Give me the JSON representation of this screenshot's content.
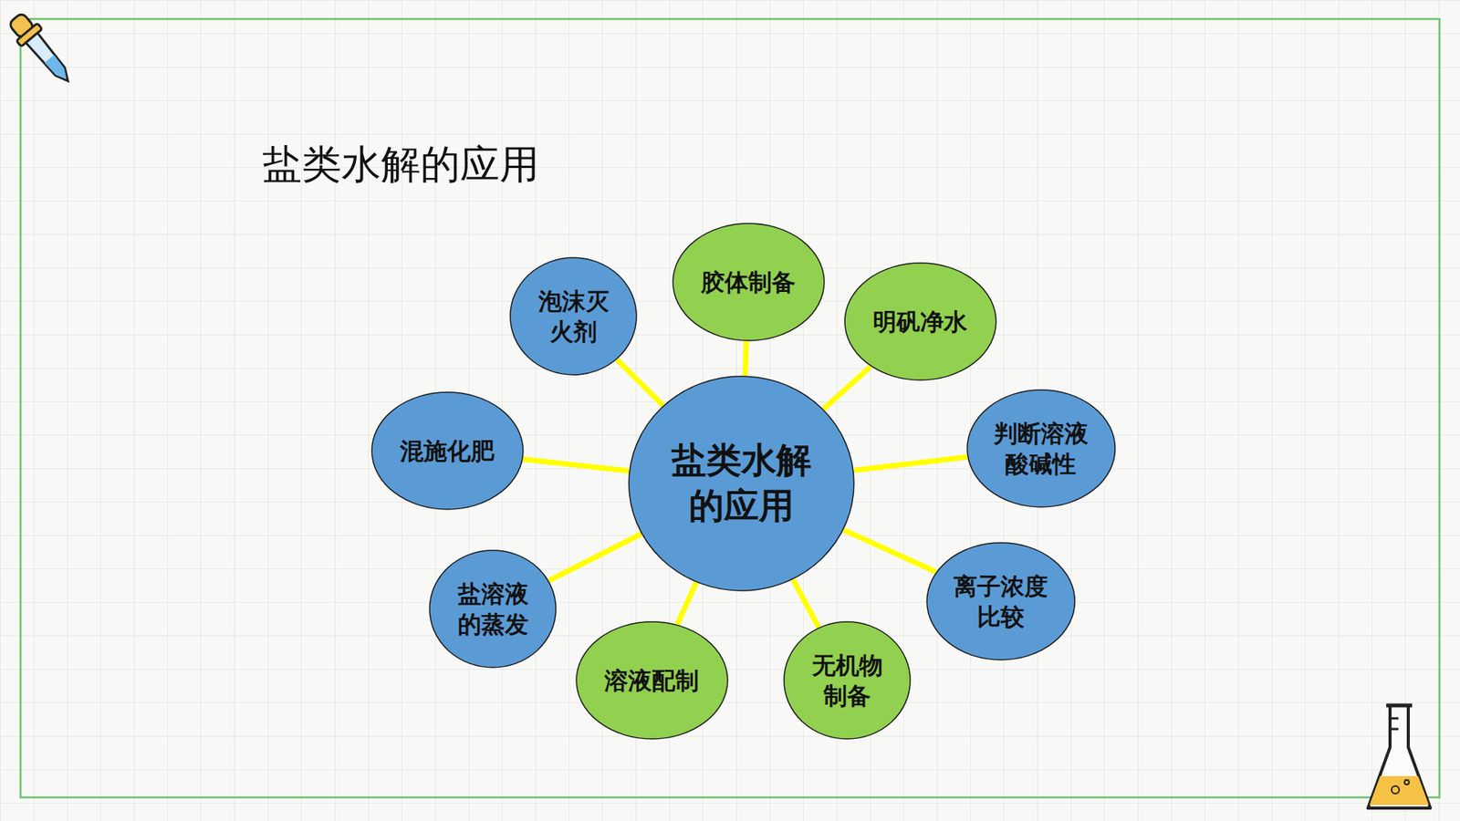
{
  "diagram": {
    "title": "盐类水解的应用",
    "nodes": [
      {
        "text": [
          "盐类水解的应用"
        ]
      },
      {
        "text": [
          "泡沫灭火剂"
        ]
      },
      {
        "text": [
          "胶体制备"
        ]
      },
      {
        "text": [
          "明矾净水"
        ]
      },
      {
        "text": [
          "判断溶液酸碱性"
        ]
      },
      {
        "text": [
          "离子浓度比较"
        ]
      },
      {
        "text": [
          "无机物制备"
        ]
      },
      {
        "text": [
          "溶液配制"
        ]
      },
      {
        "text": [
          "盐溶液的蒸发"
        ]
      },
      {
        "text": [
          "混施化肥"
        ]
      }
    ],
    "edges": [
      {
        "from": 0,
        "to": 1,
        "arrow": "none"
      },
      {
        "from": 0,
        "to": 2,
        "arrow": "none"
      },
      {
        "from": 0,
        "to": 3,
        "arrow": "none"
      },
      {
        "from": 0,
        "to": 4,
        "arrow": "none"
      },
      {
        "from": 0,
        "to": 5,
        "arrow": "none"
      },
      {
        "from": 0,
        "to": 6,
        "arrow": "none"
      },
      {
        "from": 0,
        "to": 7,
        "arrow": "none"
      },
      {
        "from": 0,
        "to": 8,
        "arrow": "none"
      },
      {
        "from": 0,
        "to": 9,
        "arrow": "none"
      }
    ]
  }
}
